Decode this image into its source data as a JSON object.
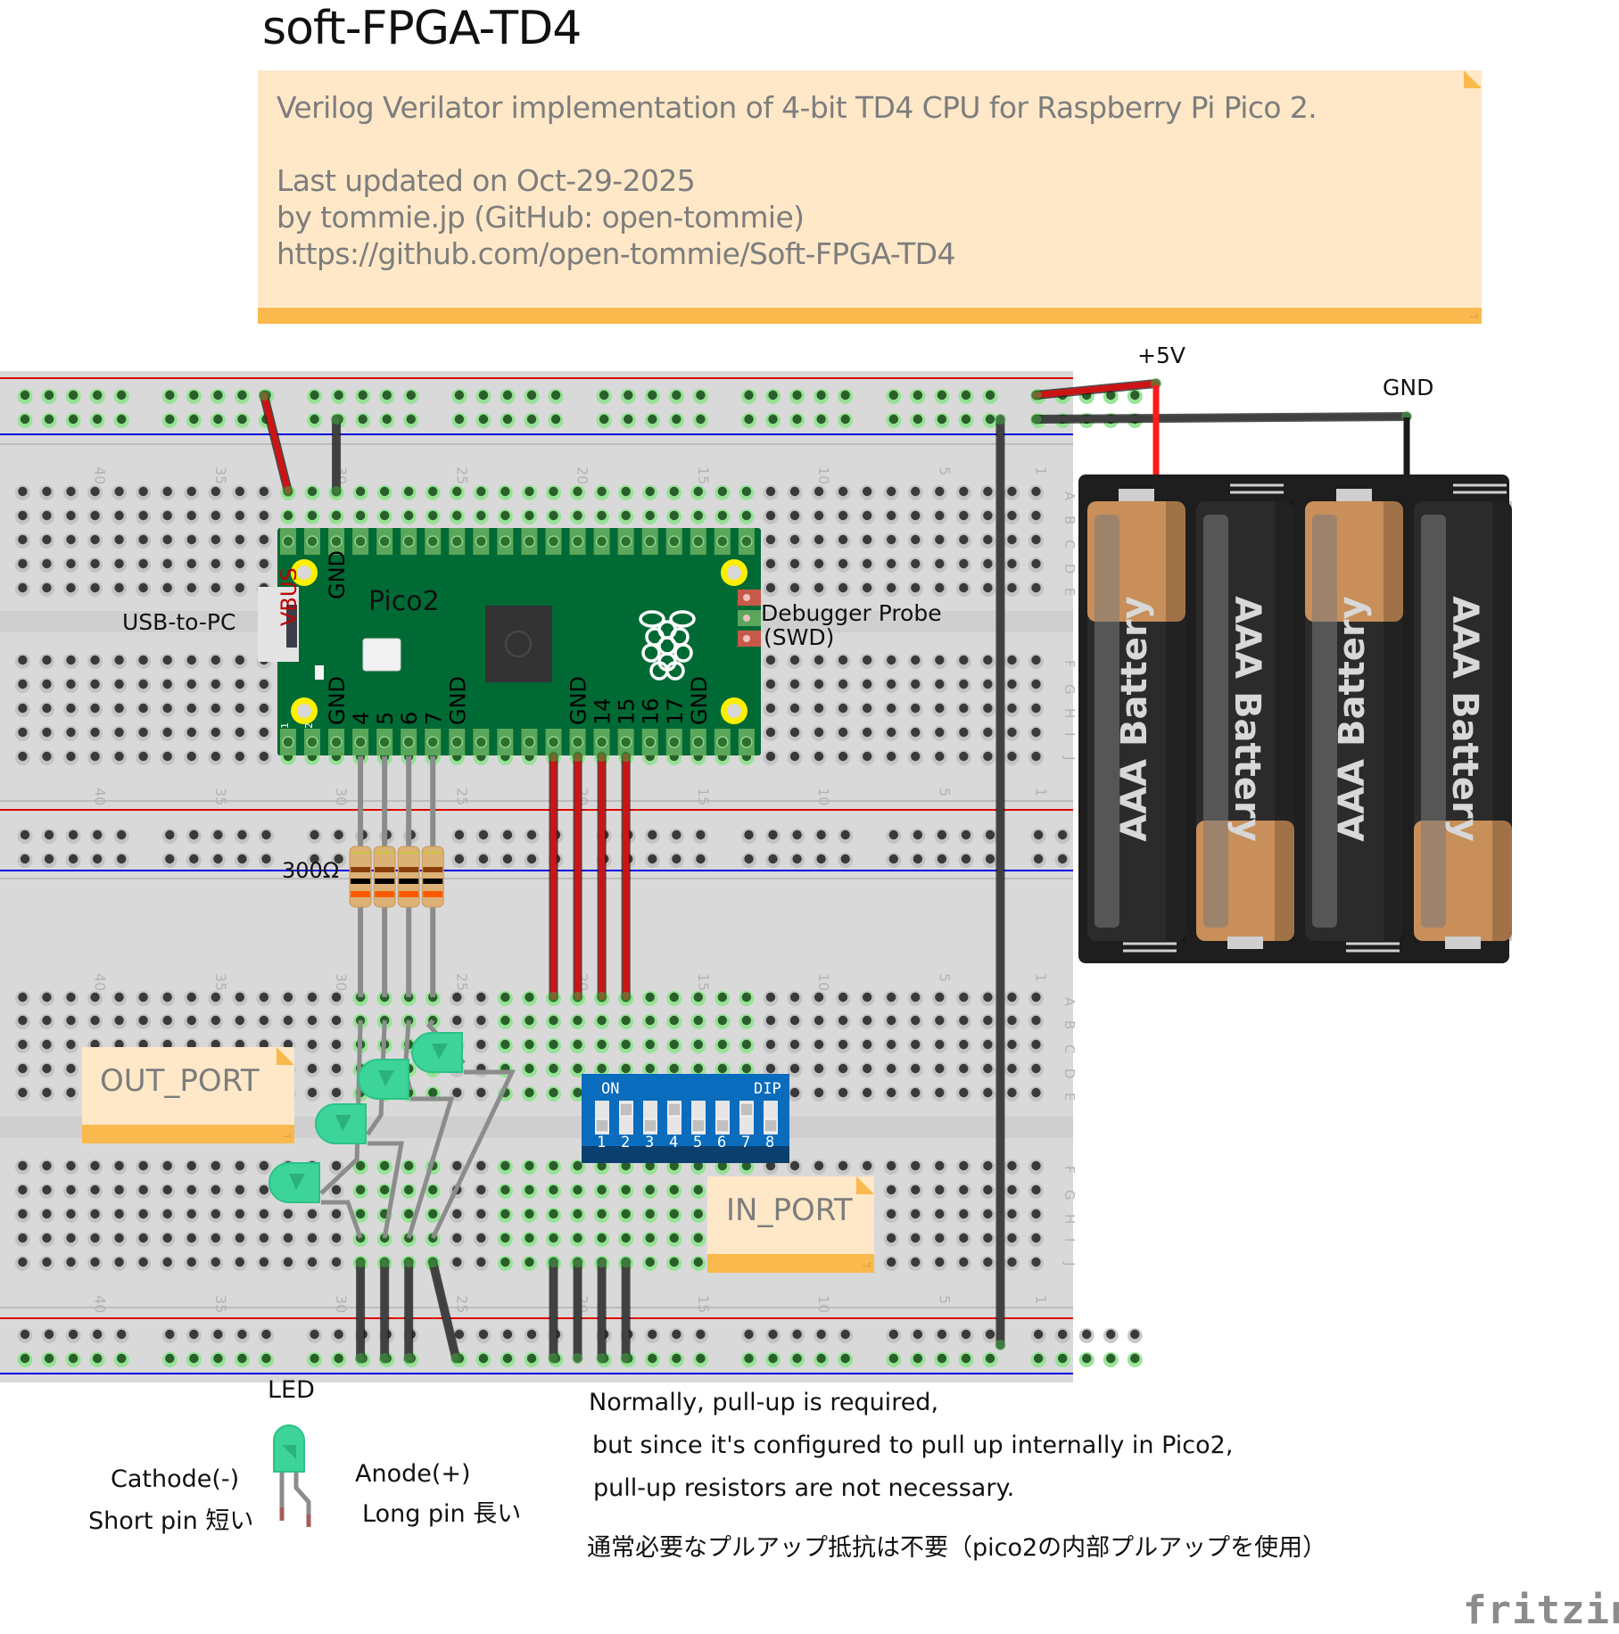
{
  "title": "soft-FPGA-TD4",
  "description_note": {
    "lines": [
      "Verilog Verilator implementation of 4-bit TD4 CPU for Raspberry Pi Pico 2.",
      "Last updated on Oct-29-2025",
      "by tommie.jp (GitHub: open-tommie)",
      "https://github.com/open-tommie/Soft-FPGA-TD4"
    ]
  },
  "breadboard": {
    "column_labels": [
      "40",
      "35",
      "30",
      "25",
      "20",
      "15",
      "10",
      "5",
      "1"
    ],
    "row_labels_top": [
      "A",
      "B",
      "C",
      "D",
      "E"
    ],
    "row_labels_bottom": [
      "F",
      "G",
      "H",
      "I",
      "J"
    ],
    "rail_colors": {
      "positive": "#e00000",
      "negative": "#0000e0"
    }
  },
  "pico": {
    "name": "Pico2",
    "pin_labels_top": [
      "VBUS",
      "GND"
    ],
    "pin_labels_bottom_left": [
      "GND",
      "4",
      "5",
      "6",
      "7",
      "GND"
    ],
    "pin_labels_bottom_right": [
      "GND",
      "14",
      "15",
      "16",
      "17",
      "GND"
    ],
    "pin_numbers": [
      "1",
      "2"
    ],
    "board_color": "#006a35"
  },
  "labels": {
    "usb": "USB-to-PC",
    "debugger_line1": "Debugger Probe",
    "debugger_line2": "(SWD)",
    "plus5v": "+5V",
    "gnd": "GND",
    "resistor": "300Ω"
  },
  "battery_pack": {
    "cells": [
      "AAA Battery",
      "AAA Battery",
      "AAA Battery",
      "AAA Battery"
    ],
    "cell_orientation": [
      "up",
      "down",
      "up",
      "down"
    ]
  },
  "out_port_note": {
    "label": "OUT_PORT"
  },
  "in_port_note": {
    "label": "IN_PORT"
  },
  "dip_switch": {
    "label_on": "ON",
    "label_dip": "DIP",
    "switches": [
      {
        "number": "1",
        "on": false
      },
      {
        "number": "2",
        "on": true
      },
      {
        "number": "3",
        "on": false
      },
      {
        "number": "4",
        "on": true
      },
      {
        "number": "5",
        "on": false
      },
      {
        "number": "6",
        "on": false
      },
      {
        "number": "7",
        "on": true
      },
      {
        "number": "8",
        "on": false
      }
    ]
  },
  "led_legend": {
    "title": "LED",
    "cathode_line1": "Cathode(-)",
    "cathode_line2": "Short pin 短い",
    "anode_line1": "Anode(+)",
    "anode_line2": "Long pin 長い"
  },
  "pullup_note": {
    "lines": [
      "Normally, pull-up is required,",
      "but since it's configured to pull up internally in Pico2,",
      "pull-up resistors are not necessary."
    ],
    "japanese": "通常必要なプルアップ抵抗は不要（pico2の内部プルアップを使用）"
  },
  "branding": "fritzing",
  "colors": {
    "note_bg": "#fee8c7",
    "note_band": "#f9b94d",
    "wire_red": "#cc1414",
    "wire_black": "#404040",
    "led_green": "#3dd49a",
    "dip_blue": "#0a6cbc",
    "breadboard": "#d9d9d9"
  }
}
